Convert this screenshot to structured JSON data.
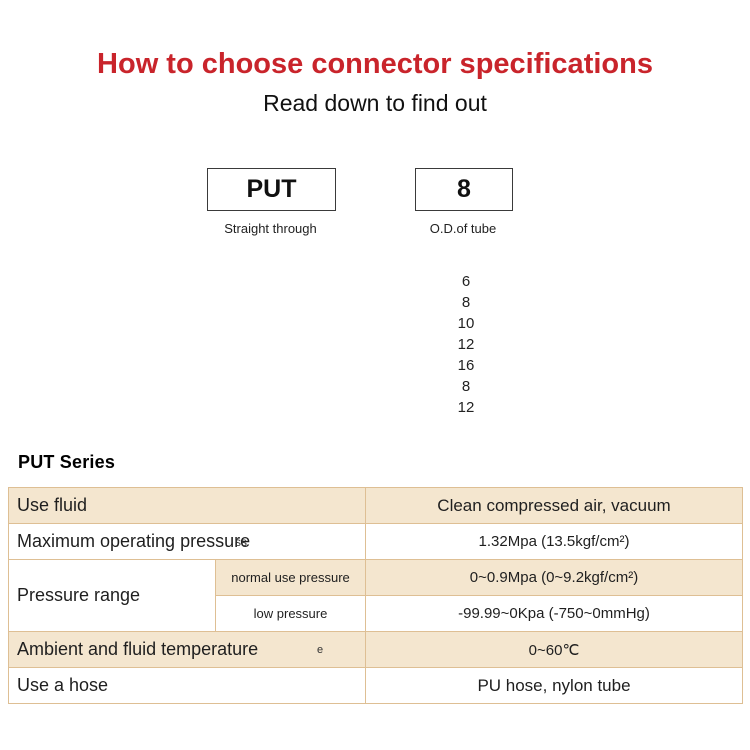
{
  "header": {
    "title": "How to choose connector specifications",
    "subtitle": "Read down to find out"
  },
  "selector": {
    "model": {
      "code": "PUT",
      "label": "Straight through"
    },
    "size": {
      "code": "8",
      "label": "O.D.of tube",
      "options": [
        "6",
        "8",
        "10",
        "12",
        "16",
        "8",
        "12"
      ]
    }
  },
  "series": {
    "heading": "PUT Series"
  },
  "spec_table": {
    "use_fluid_label": "Use fluid",
    "use_fluid_value": "Clean compressed air, vacuum",
    "max_pressure_label": "Maximum operating pressure",
    "max_pressure_artifact": "ss",
    "max_pressure_value": "1.32Mpa (13.5kgf/cm²)",
    "pressure_range_label": "Pressure range",
    "normal_pressure_label": "normal use pressure",
    "normal_pressure_value": "0~0.9Mpa (0~9.2kgf/cm²)",
    "low_pressure_label": "low pressure",
    "low_pressure_value": "-99.99~0Kpa (-750~0mmHg)",
    "temperature_label": "Ambient and fluid temperature",
    "temperature_artifact": "e",
    "temperature_value": "0~60℃",
    "hose_label": "Use a hose",
    "hose_value": "PU hose, nylon tube"
  },
  "colors": {
    "title_red": "#c9242b",
    "row_peach": "#f4e6cf",
    "border_tan": "#debf94"
  }
}
